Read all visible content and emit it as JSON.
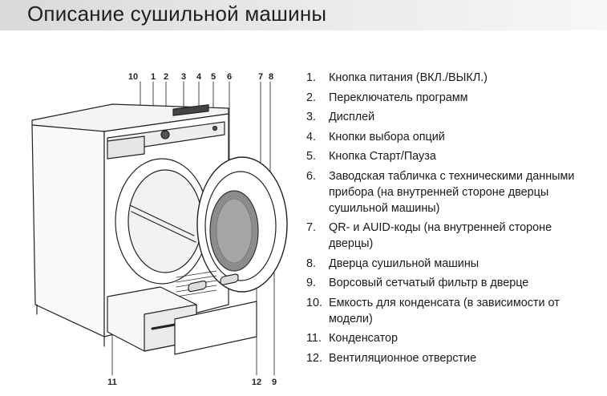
{
  "title": "Описание сушильной машины",
  "callouts": {
    "top": [
      "10",
      "1",
      "2",
      "3",
      "4",
      "5",
      "6",
      "7",
      "8"
    ],
    "bottom": [
      "11",
      "12",
      "9"
    ]
  },
  "legend": [
    {
      "num": "1.",
      "text": "Кнопка питания (ВКЛ./ВЫКЛ.)"
    },
    {
      "num": "2.",
      "text": "Переключатель программ"
    },
    {
      "num": "3.",
      "text": "Дисплей"
    },
    {
      "num": "4.",
      "text": "Кнопки выбора опций"
    },
    {
      "num": "5.",
      "text": "Кнопка Старт/Пауза"
    },
    {
      "num": "6.",
      "text": "Заводская табличка с техническими данными прибора (на внутренней стороне дверцы сушильной машины)"
    },
    {
      "num": "7.",
      "text": "QR- и AUID-коды (на внутренней стороне дверцы)"
    },
    {
      "num": "8.",
      "text": "Дверца сушильной машины"
    },
    {
      "num": "9.",
      "text": "Ворсовый сетчатый фильтр в дверце"
    },
    {
      "num": "10.",
      "text": "Емкость для конденсата (в зависимости от модели)"
    },
    {
      "num": "11.",
      "text": "Конденсатор"
    },
    {
      "num": "12.",
      "text": "Вентиляционное отверстие"
    }
  ]
}
